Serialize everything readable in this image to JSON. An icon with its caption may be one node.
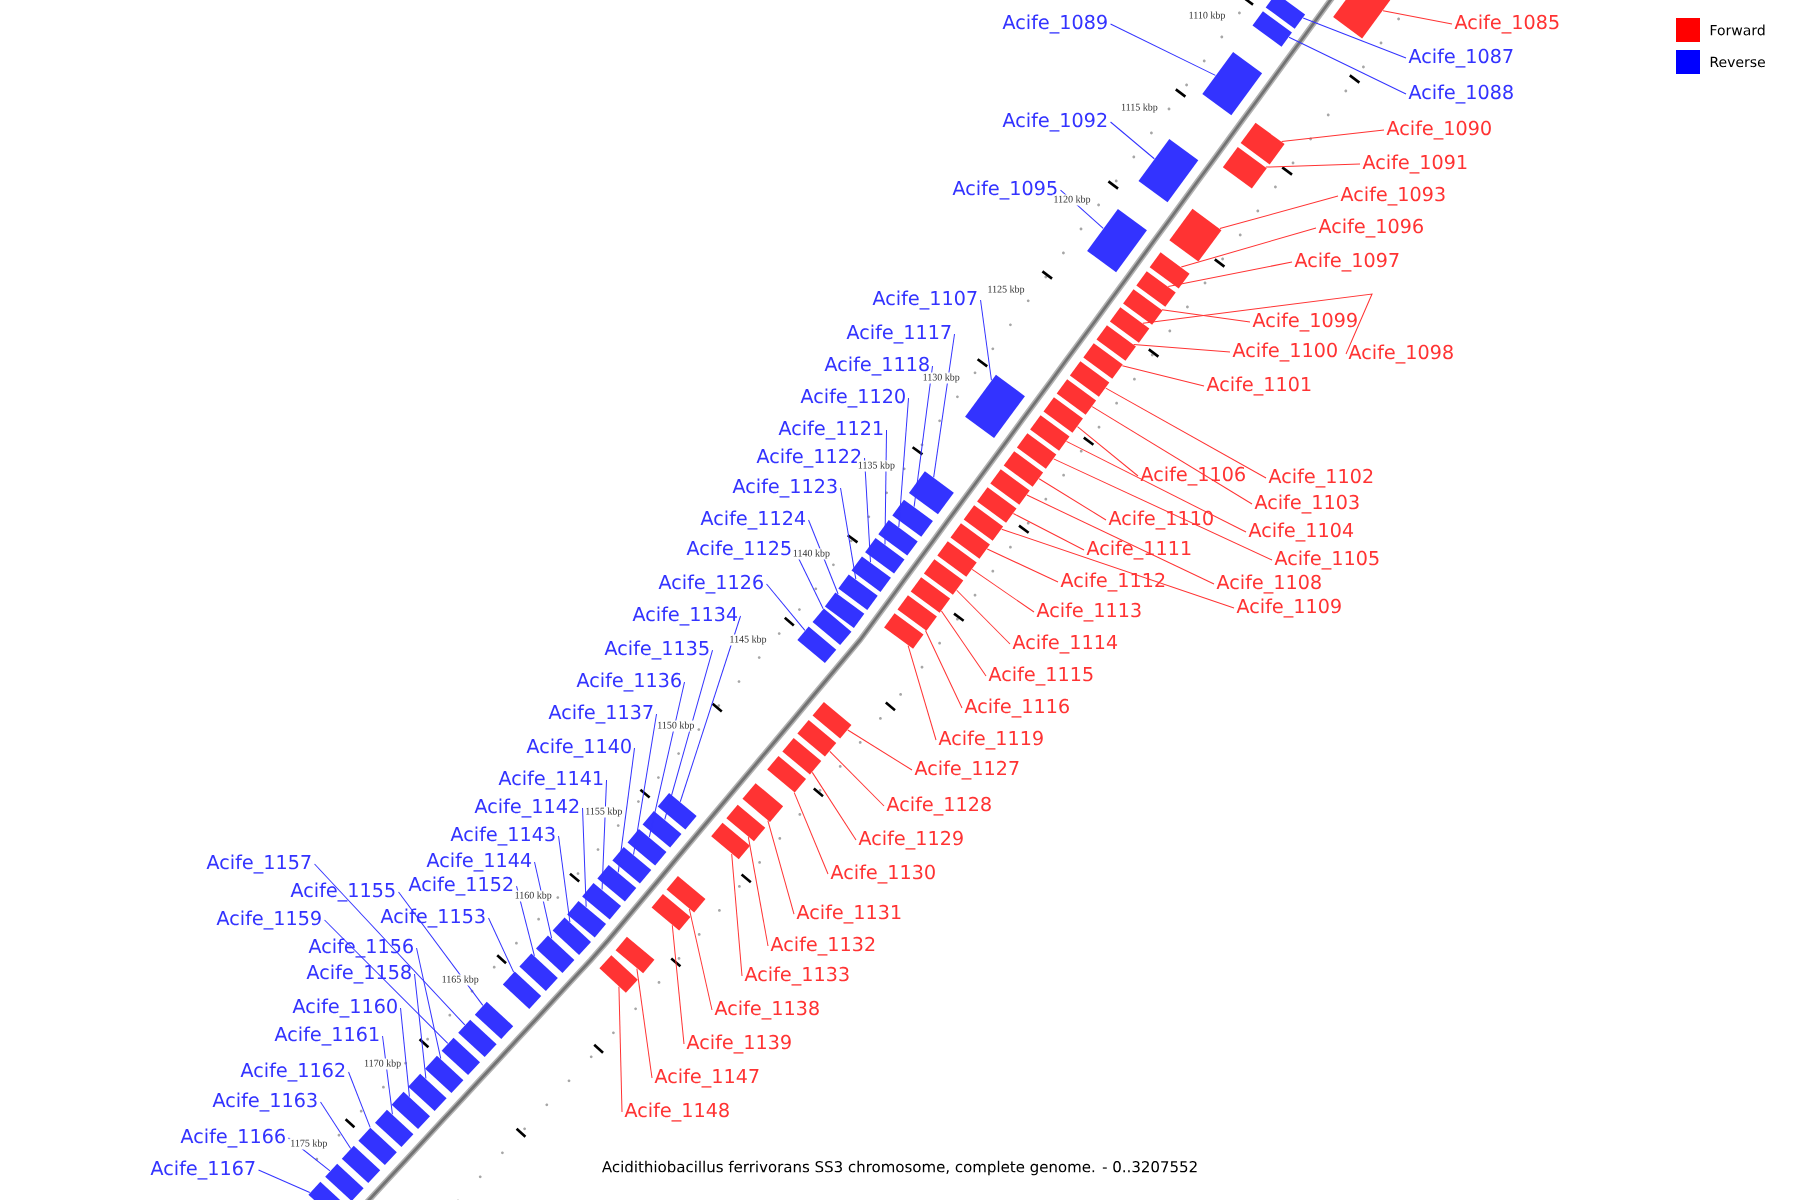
{
  "diagram": {
    "caption": "Acidithiobacillus ferrivorans SS3 chromosome, complete genome. - 0..3207552",
    "nodes": [
      {
        "text": [
          "Acife_1089"
        ]
      },
      {
        "text": [
          "Acife_1085"
        ]
      },
      {
        "text": [
          "Acife_1087"
        ]
      },
      {
        "text": [
          "Acife_1088"
        ]
      },
      {
        "text": [
          "Acife_1092"
        ]
      },
      {
        "text": [
          "Acife_1090"
        ]
      },
      {
        "text": [
          "Acife_1091"
        ]
      },
      {
        "text": [
          "Acife_1095"
        ]
      },
      {
        "text": [
          "Acife_1093"
        ]
      },
      {
        "text": [
          "Acife_1096"
        ]
      },
      {
        "text": [
          "Acife_1097"
        ]
      },
      {
        "text": [
          "Acife_1107"
        ]
      },
      {
        "text": [
          "Acife_1099"
        ]
      },
      {
        "text": [
          "Acife_1117"
        ]
      },
      {
        "text": [
          "Acife_1100"
        ]
      },
      {
        "text": [
          "Acife_1098"
        ]
      },
      {
        "text": [
          "Acife_1118"
        ]
      },
      {
        "text": [
          "Acife_1101"
        ]
      },
      {
        "text": [
          "Acife_1120"
        ]
      },
      {
        "text": [
          "Acife_1121"
        ]
      },
      {
        "text": [
          "Acife_1122"
        ]
      },
      {
        "text": [
          "Acife_1106"
        ]
      },
      {
        "text": [
          "Acife_1102"
        ]
      },
      {
        "text": [
          "Acife_1123"
        ]
      },
      {
        "text": [
          "Acife_1103"
        ]
      },
      {
        "text": [
          "Acife_1124"
        ]
      },
      {
        "text": [
          "Acife_1110"
        ]
      },
      {
        "text": [
          "Acife_1104"
        ]
      },
      {
        "text": [
          "Acife_1125"
        ]
      },
      {
        "text": [
          "Acife_1111"
        ]
      },
      {
        "text": [
          "Acife_1105"
        ]
      },
      {
        "text": [
          "Acife_1112"
        ]
      },
      {
        "text": [
          "Acife_1126"
        ]
      },
      {
        "text": [
          "Acife_1108"
        ]
      },
      {
        "text": [
          "Acife_1109"
        ]
      },
      {
        "text": [
          "Acife_1113"
        ]
      },
      {
        "text": [
          "Acife_1134"
        ]
      },
      {
        "text": [
          "Acife_1114"
        ]
      },
      {
        "text": [
          "Acife_1135"
        ]
      },
      {
        "text": [
          "Acife_1115"
        ]
      },
      {
        "text": [
          "Acife_1136"
        ]
      },
      {
        "text": [
          "Acife_1116"
        ]
      },
      {
        "text": [
          "Acife_1137"
        ]
      },
      {
        "text": [
          "Acife_1119"
        ]
      },
      {
        "text": [
          "Acife_1140"
        ]
      },
      {
        "text": [
          "Acife_1127"
        ]
      },
      {
        "text": [
          "Acife_1141"
        ]
      },
      {
        "text": [
          "Acife_1128"
        ]
      },
      {
        "text": [
          "Acife_1142"
        ]
      },
      {
        "text": [
          "Acife_1143"
        ]
      },
      {
        "text": [
          "Acife_1129"
        ]
      },
      {
        "text": [
          "Acife_1144"
        ]
      },
      {
        "text": [
          "Acife_1157"
        ]
      },
      {
        "text": [
          "Acife_1130"
        ]
      },
      {
        "text": [
          "Acife_1152"
        ]
      },
      {
        "text": [
          "Acife_1155"
        ]
      },
      {
        "text": [
          "Acife_1131"
        ]
      },
      {
        "text": [
          "Acife_1153"
        ]
      },
      {
        "text": [
          "Acife_1159"
        ]
      },
      {
        "text": [
          "Acife_1132"
        ]
      },
      {
        "text": [
          "Acife_1156"
        ]
      },
      {
        "text": [
          "Acife_1158"
        ]
      },
      {
        "text": [
          "Acife_1133"
        ]
      },
      {
        "text": [
          "Acife_1160"
        ]
      },
      {
        "text": [
          "Acife_1138"
        ]
      },
      {
        "text": [
          "Acife_1161"
        ]
      },
      {
        "text": [
          "Acife_1139"
        ]
      },
      {
        "text": [
          "Acife_1162"
        ]
      },
      {
        "text": [
          "Acife_1147"
        ]
      },
      {
        "text": [
          "Acife_1163"
        ]
      },
      {
        "text": [
          "Acife_1148"
        ]
      },
      {
        "text": [
          "Acife_1166"
        ]
      },
      {
        "text": [
          "Acife_1167"
        ]
      },
      {
        "text": [],
        "shape": "box"
      },
      {
        "text": [],
        "shape": "box"
      },
      {
        "text": [],
        "shape": "box"
      },
      {
        "text": [],
        "shape": "box"
      },
      {
        "text": [],
        "shape": "box"
      },
      {
        "text": [],
        "shape": "box"
      },
      {
        "text": [],
        "shape": "box"
      },
      {
        "text": [],
        "shape": "box"
      },
      {
        "text": [],
        "shape": "box"
      },
      {
        "text": [],
        "shape": "box"
      },
      {
        "text": [],
        "shape": "box"
      },
      {
        "text": [],
        "shape": "box"
      },
      {
        "text": [],
        "shape": "box"
      },
      {
        "text": [],
        "shape": "box"
      },
      {
        "text": [],
        "shape": "box"
      },
      {
        "text": [],
        "shape": "box"
      },
      {
        "text": [],
        "shape": "box"
      },
      {
        "text": [],
        "shape": "box"
      },
      {
        "text": [],
        "shape": "box"
      },
      {
        "text": [],
        "shape": "box"
      },
      {
        "text": [],
        "shape": "box"
      },
      {
        "text": [],
        "shape": "box"
      },
      {
        "text": [],
        "shape": "box"
      },
      {
        "text": [],
        "shape": "box"
      },
      {
        "text": [],
        "shape": "box"
      },
      {
        "text": [],
        "shape": "box"
      },
      {
        "text": [],
        "shape": "box"
      },
      {
        "text": [],
        "shape": "box"
      },
      {
        "text": [],
        "shape": "box"
      },
      {
        "text": [],
        "shape": "box"
      },
      {
        "text": [],
        "shape": "box"
      },
      {
        "text": [],
        "shape": "box"
      },
      {
        "text": [],
        "shape": "box"
      },
      {
        "text": [],
        "shape": "box"
      },
      {
        "text": [],
        "shape": "box"
      },
      {
        "text": [],
        "shape": "box"
      },
      {
        "text": [],
        "shape": "box"
      },
      {
        "text": [],
        "shape": "box"
      },
      {
        "text": [],
        "shape": "box"
      },
      {
        "text": [],
        "shape": "box"
      },
      {
        "text": [],
        "shape": "box"
      },
      {
        "text": [],
        "shape": "box"
      },
      {
        "text": [],
        "shape": "box"
      },
      {
        "text": [],
        "shape": "box"
      },
      {
        "text": [],
        "shape": "box"
      },
      {
        "text": [],
        "shape": "box"
      },
      {
        "text": [],
        "shape": "box"
      },
      {
        "text": [],
        "shape": "box"
      },
      {
        "text": [],
        "shape": "box"
      },
      {
        "text": [],
        "shape": "box"
      },
      {
        "text": [],
        "shape": "box"
      },
      {
        "text": [],
        "shape": "box"
      },
      {
        "text": [],
        "shape": "box"
      },
      {
        "text": [],
        "shape": "box"
      },
      {
        "text": [],
        "shape": "box"
      },
      {
        "text": [],
        "shape": "box"
      },
      {
        "text": [],
        "shape": "box"
      },
      {
        "text": [],
        "shape": "box"
      },
      {
        "text": [],
        "shape": "box"
      },
      {
        "text": [],
        "shape": "box"
      },
      {
        "text": [],
        "shape": "box"
      },
      {
        "text": [],
        "shape": "box"
      },
      {
        "text": [],
        "shape": "box"
      },
      {
        "text": [],
        "shape": "box"
      },
      {
        "text": [],
        "shape": "box"
      },
      {
        "text": [],
        "shape": "box"
      },
      {
        "text": [],
        "shape": "box"
      },
      {
        "text": [],
        "shape": "box"
      },
      {
        "text": [],
        "shape": "box"
      },
      {
        "text": [],
        "shape": "box"
      },
      {
        "text": [],
        "shape": "box"
      },
      {
        "text": [],
        "shape": "box"
      },
      {
        "text": [],
        "shape": "box"
      }
    ],
    "edges": [
      {
        "from": 0,
        "to": 73,
        "arrow": "none",
        "color": "#3333ff"
      },
      {
        "from": 1,
        "to": 74,
        "arrow": "none",
        "color": "#ff3333"
      },
      {
        "from": 2,
        "to": 75,
        "arrow": "none",
        "color": "#3333ff"
      },
      {
        "from": 3,
        "to": 76,
        "arrow": "none",
        "color": "#3333ff"
      },
      {
        "from": 4,
        "to": 77,
        "arrow": "none",
        "color": "#3333ff"
      },
      {
        "from": 5,
        "to": 78,
        "arrow": "none",
        "color": "#ff3333"
      },
      {
        "from": 6,
        "to": 79,
        "arrow": "none",
        "color": "#ff3333"
      },
      {
        "from": 7,
        "to": 80,
        "arrow": "none",
        "color": "#3333ff"
      },
      {
        "from": 8,
        "to": 81,
        "arrow": "none",
        "color": "#ff3333"
      },
      {
        "from": 9,
        "to": 82,
        "arrow": "none",
        "color": "#ff3333"
      },
      {
        "from": 10,
        "to": 83,
        "arrow": "none",
        "color": "#ff3333"
      },
      {
        "from": 11,
        "to": 84,
        "arrow": "none",
        "color": "#3333ff"
      },
      {
        "from": 12,
        "to": 85,
        "arrow": "none",
        "color": "#ff3333"
      },
      {
        "from": 13,
        "to": 86,
        "arrow": "none",
        "color": "#3333ff"
      },
      {
        "from": 14,
        "to": 87,
        "arrow": "none",
        "color": "#ff3333"
      },
      {
        "from": 15,
        "to": 88,
        "arrow": "none",
        "color": "#ff3333"
      },
      {
        "from": 16,
        "to": 89,
        "arrow": "none",
        "color": "#3333ff"
      },
      {
        "from": 17,
        "to": 90,
        "arrow": "none",
        "color": "#ff3333"
      },
      {
        "from": 18,
        "to": 91,
        "arrow": "none",
        "color": "#3333ff"
      },
      {
        "from": 19,
        "to": 92,
        "arrow": "none",
        "color": "#3333ff"
      },
      {
        "from": 20,
        "to": 93,
        "arrow": "none",
        "color": "#3333ff"
      },
      {
        "from": 21,
        "to": 94,
        "arrow": "none",
        "color": "#ff3333"
      },
      {
        "from": 22,
        "to": 95,
        "arrow": "none",
        "color": "#ff3333"
      },
      {
        "from": 23,
        "to": 96,
        "arrow": "none",
        "color": "#3333ff"
      },
      {
        "from": 24,
        "to": 97,
        "arrow": "none",
        "color": "#ff3333"
      },
      {
        "from": 25,
        "to": 98,
        "arrow": "none",
        "color": "#3333ff"
      },
      {
        "from": 26,
        "to": 99,
        "arrow": "none",
        "color": "#ff3333"
      },
      {
        "from": 27,
        "to": 100,
        "arrow": "none",
        "color": "#ff3333"
      },
      {
        "from": 28,
        "to": 101,
        "arrow": "none",
        "color": "#3333ff"
      },
      {
        "from": 29,
        "to": 102,
        "arrow": "none",
        "color": "#ff3333"
      },
      {
        "from": 30,
        "to": 103,
        "arrow": "none",
        "color": "#ff3333"
      },
      {
        "from": 31,
        "to": 104,
        "arrow": "none",
        "color": "#ff3333"
      },
      {
        "from": 32,
        "to": 105,
        "arrow": "none",
        "color": "#3333ff"
      },
      {
        "from": 33,
        "to": 106,
        "arrow": "none",
        "color": "#ff3333"
      },
      {
        "from": 34,
        "to": 107,
        "arrow": "none",
        "color": "#ff3333"
      },
      {
        "from": 35,
        "to": 108,
        "arrow": "none",
        "color": "#ff3333"
      },
      {
        "from": 36,
        "to": 109,
        "arrow": "none",
        "color": "#3333ff"
      },
      {
        "from": 37,
        "to": 110,
        "arrow": "none",
        "color": "#ff3333"
      },
      {
        "from": 38,
        "to": 111,
        "arrow": "none",
        "color": "#3333ff"
      },
      {
        "from": 39,
        "to": 112,
        "arrow": "none",
        "color": "#ff3333"
      },
      {
        "from": 40,
        "to": 113,
        "arrow": "none",
        "color": "#3333ff"
      },
      {
        "from": 41,
        "to": 114,
        "arrow": "none",
        "color": "#ff3333"
      },
      {
        "from": 42,
        "to": 115,
        "arrow": "none",
        "color": "#3333ff"
      },
      {
        "from": 43,
        "to": 116,
        "arrow": "none",
        "color": "#ff3333"
      },
      {
        "from": 44,
        "to": 117,
        "arrow": "none",
        "color": "#3333ff"
      },
      {
        "from": 45,
        "to": 118,
        "arrow": "none",
        "color": "#ff3333"
      },
      {
        "from": 46,
        "to": 119,
        "arrow": "none",
        "color": "#3333ff"
      },
      {
        "from": 47,
        "to": 120,
        "arrow": "none",
        "color": "#ff3333"
      },
      {
        "from": 48,
        "to": 121,
        "arrow": "none",
        "color": "#3333ff"
      },
      {
        "from": 49,
        "to": 122,
        "arrow": "none",
        "color": "#3333ff"
      },
      {
        "from": 50,
        "to": 123,
        "arrow": "none",
        "color": "#ff3333"
      },
      {
        "from": 51,
        "to": 124,
        "arrow": "none",
        "color": "#3333ff"
      },
      {
        "from": 52,
        "to": 125,
        "arrow": "none",
        "color": "#3333ff"
      },
      {
        "from": 53,
        "to": 126,
        "arrow": "none",
        "color": "#ff3333"
      },
      {
        "from": 54,
        "to": 127,
        "arrow": "none",
        "color": "#3333ff"
      },
      {
        "from": 55,
        "to": 128,
        "arrow": "none",
        "color": "#3333ff"
      },
      {
        "from": 56,
        "to": 129,
        "arrow": "none",
        "color": "#ff3333"
      },
      {
        "from": 57,
        "to": 130,
        "arrow": "none",
        "color": "#3333ff"
      },
      {
        "from": 58,
        "to": 131,
        "arrow": "none",
        "color": "#3333ff"
      },
      {
        "from": 59,
        "to": 132,
        "arrow": "none",
        "color": "#ff3333"
      },
      {
        "from": 60,
        "to": 133,
        "arrow": "none",
        "color": "#3333ff"
      },
      {
        "from": 61,
        "to": 134,
        "arrow": "none",
        "color": "#3333ff"
      },
      {
        "from": 62,
        "to": 135,
        "arrow": "none",
        "color": "#ff3333"
      },
      {
        "from": 63,
        "to": 136,
        "arrow": "none",
        "color": "#3333ff"
      },
      {
        "from": 64,
        "to": 137,
        "arrow": "none",
        "color": "#ff3333"
      },
      {
        "from": 65,
        "to": 138,
        "arrow": "none",
        "color": "#3333ff"
      },
      {
        "from": 66,
        "to": 139,
        "arrow": "none",
        "color": "#ff3333"
      },
      {
        "from": 67,
        "to": 140,
        "arrow": "none",
        "color": "#3333ff"
      },
      {
        "from": 68,
        "to": 141,
        "arrow": "none",
        "color": "#ff3333"
      },
      {
        "from": 69,
        "to": 142,
        "arrow": "none",
        "color": "#3333ff"
      },
      {
        "from": 70,
        "to": 143,
        "arrow": "none",
        "color": "#ff3333"
      },
      {
        "from": 71,
        "to": 144,
        "arrow": "none",
        "color": "#3333ff"
      },
      {
        "from": 72,
        "to": 145,
        "arrow": "none",
        "color": "#3333ff"
      }
    ],
    "labels": [
      "1110 kbp",
      "1115 kbp",
      "1120 kbp",
      "1125 kbp",
      "1130 kbp",
      "1135 kbp",
      "1140 kbp",
      "1145 kbp",
      "1150 kbp",
      "1155 kbp",
      "1160 kbp",
      "1165 kbp",
      "1170 kbp",
      "1175 kbp"
    ],
    "legend": [
      {
        "text": "Forward",
        "color": "#ff0000"
      },
      {
        "text": "Reverse",
        "color": "#0000ff"
      }
    ]
  }
}
